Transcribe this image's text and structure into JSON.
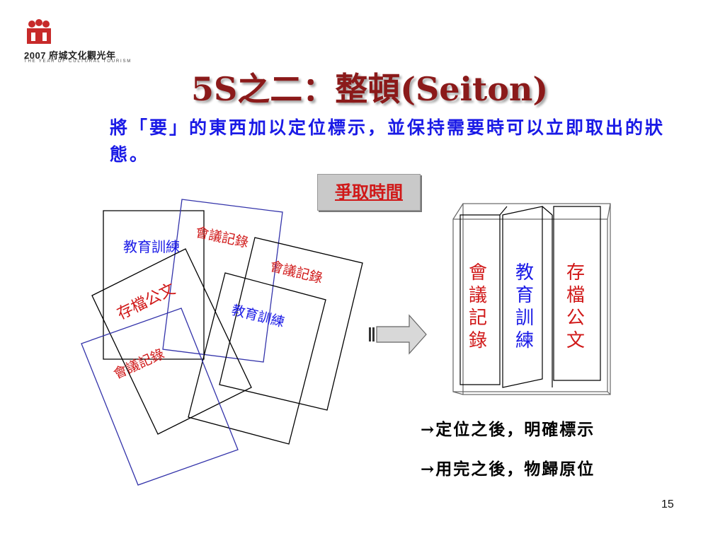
{
  "logo": {
    "year_text": "2007 府城文化觀光年",
    "tagline": "THE YEAR OF CULTURAL TOURISM"
  },
  "title": "5S之二：整頓(Seiton)",
  "intro": "將「要」的東西加以定位標示，並保持需要時可以立即取出的狀態。",
  "tag_label": "爭取時間",
  "scattered_docs": {
    "edu_1": "教育訓練",
    "meeting_1": "會議記錄",
    "meeting_2": "會議記錄",
    "archive": "存檔公文",
    "edu_2": "教育訓練",
    "meeting_3": "會議記錄"
  },
  "shelf": {
    "col_left": "會議記錄",
    "col_mid": "教育訓練",
    "col_right": "存檔公文"
  },
  "notes": [
    "→定位之後，明確標示",
    "→用完之後，物歸原位"
  ],
  "page_number": "15",
  "colors": {
    "title": "#8b1a1a",
    "text_blue": "#1a1ae6",
    "text_red": "#d01818",
    "frame_blue": "#3333aa"
  }
}
